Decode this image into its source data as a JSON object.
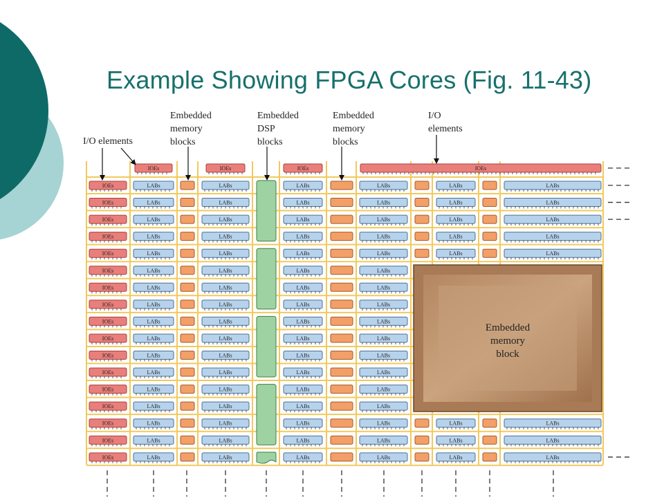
{
  "slide": {
    "title": "Example Showing FPGA Cores (Fig. 11-43)",
    "colors": {
      "title": "#17706c",
      "dark_teal": "#0e6a66",
      "light_teal": "#a6d3d3"
    }
  },
  "diagram": {
    "callouts": [
      {
        "id": "io-left",
        "lines": [
          "I/O elements"
        ]
      },
      {
        "id": "mem1",
        "lines": [
          "Embedded",
          "memory",
          "blocks"
        ]
      },
      {
        "id": "dsp",
        "lines": [
          "Embedded",
          "DSP",
          "blocks"
        ]
      },
      {
        "id": "mem2",
        "lines": [
          "Embedded",
          "memory",
          "blocks"
        ]
      },
      {
        "id": "io-top",
        "lines": [
          "I/O",
          "elements"
        ]
      }
    ],
    "block_labels": {
      "ioe": "IOEs",
      "lab": "LABs"
    },
    "big_memory_lines": [
      "Embedded",
      "memory",
      "block"
    ],
    "colors": {
      "ioe": "#e97f7b",
      "lab": "#b7d3ec",
      "memory": "#f2a068",
      "dsp": "#9fd2a2",
      "routing": "#f1c95d",
      "big_memory": "#a87a55"
    }
  }
}
